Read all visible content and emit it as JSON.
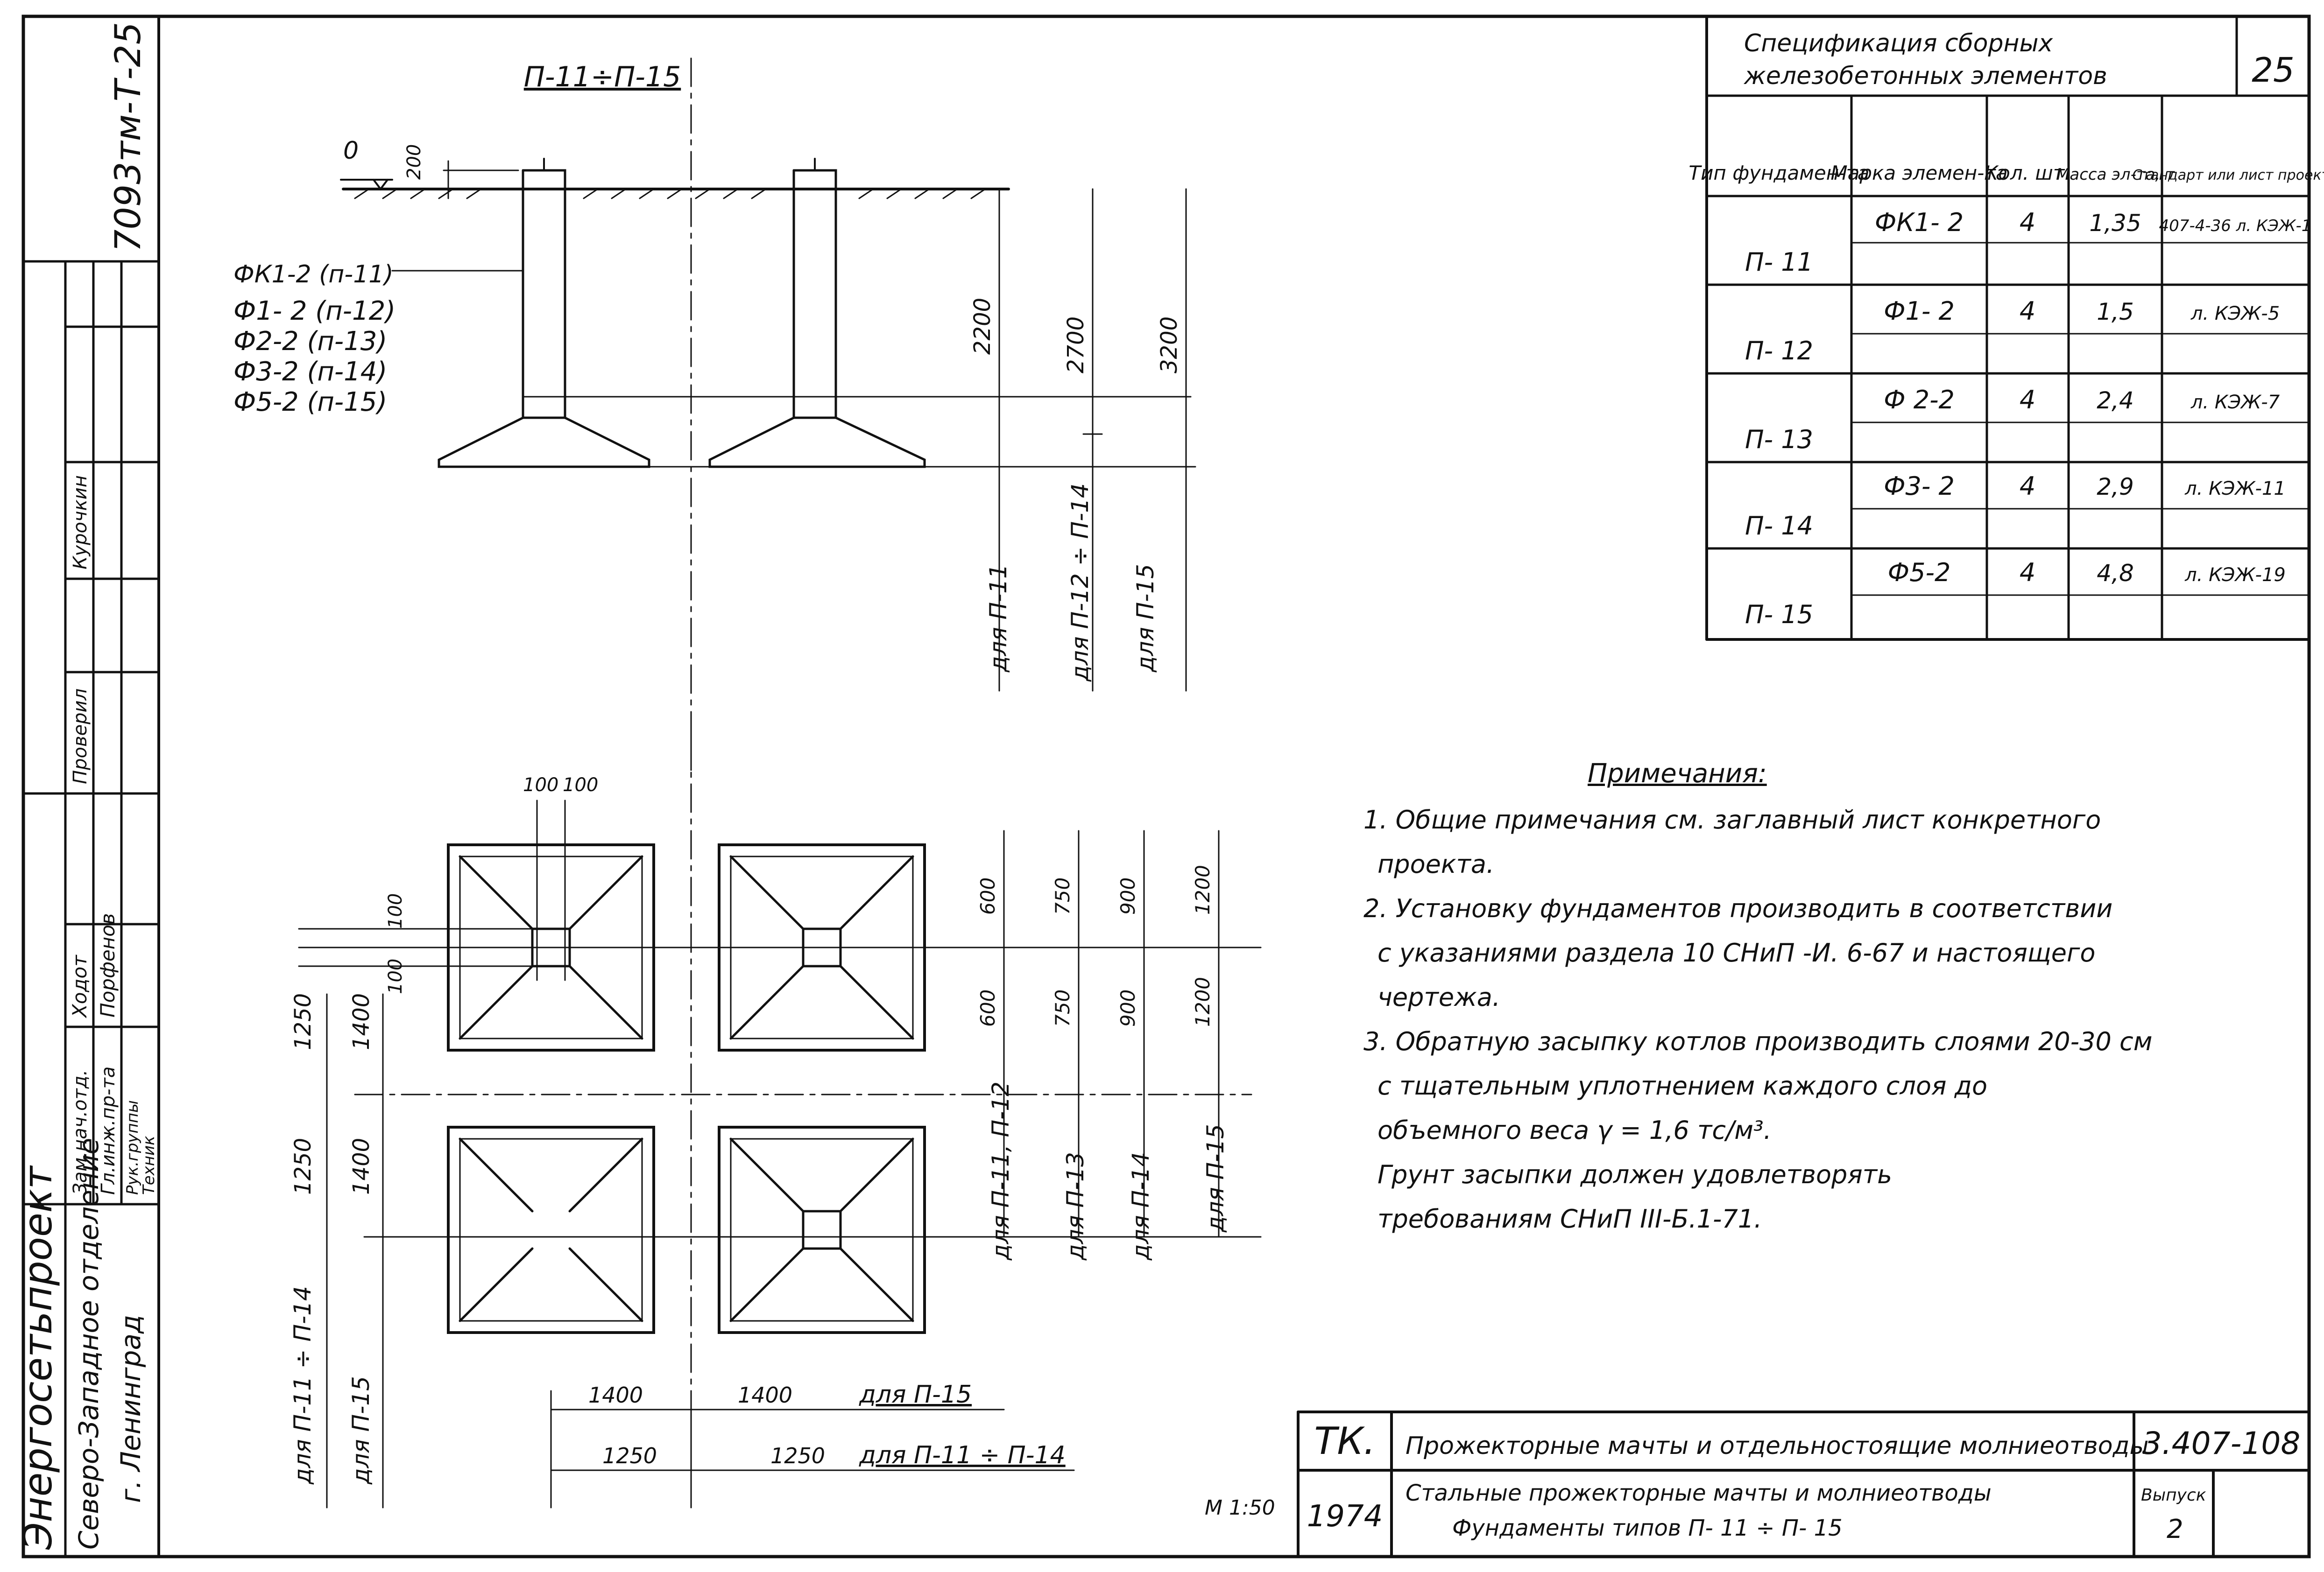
{
  "drawing": {
    "title": "П-11÷П-15",
    "sheet_number": "25",
    "scale": "М 1:50",
    "elevation_zero": "0",
    "depth_200": "200",
    "side_code": "7093тм-Т-25"
  },
  "foundation_marks": [
    "ФК1-2 (п-11)",
    "Ф1- 2  (п-12)",
    "Ф2-2  (п-13)",
    "Ф3-2 (п-14)",
    "Ф5-2 (п-15)"
  ],
  "elevation_dims": {
    "d2200": "2200",
    "d2700": "2700",
    "d3200": "3200",
    "for_p11": "для П-11",
    "for_p12_14": "для П-12 ÷ П-14",
    "for_p15": "для П-15"
  },
  "plan_dims": {
    "top_100a": "100",
    "top_100b": "100",
    "left_100a": "100",
    "left_100b": "100",
    "d1250_top": "1250",
    "d1400_top": "1400",
    "d1250_bottom": "1250",
    "d1400_bottom": "1400",
    "col1_600a": "600",
    "col1_600b": "600",
    "col2_750a": "750",
    "col2_750b": "750",
    "col3_900a": "900",
    "col3_900b": "900",
    "col4_1200a": "1200",
    "col4_1200b": "1200",
    "for_p11_p12": "для П-11, П-12",
    "for_p13": "для П-13",
    "for_p14": "для П-14",
    "for_p15": "для П-15",
    "left_for_p11_14": "для П-11 ÷ П-14",
    "left_for_p15": "для П-15",
    "bottom_1400a": "1400",
    "bottom_1400b": "1400",
    "bottom_1250": "1250",
    "bottom_1250b": "1250",
    "bottom_for_p15": "для П-15",
    "bottom_for_p11_14": "для П-11 ÷ П-14"
  },
  "spec_table": {
    "title_line1": "Спецификация     сборных",
    "title_line2": "железобетонных    элементов",
    "headers": [
      "Тип фундамен-та",
      "Марка элемен-та",
      "Кол. шт.",
      "Масса эл-та, т",
      "Стандарт или лист проекта"
    ],
    "rows": [
      {
        "type": "П- 11",
        "mark": "ФК1- 2",
        "qty": "4",
        "mass": "1,35",
        "std": "407-4-36 л. КЭЖ-1"
      },
      {
        "type": "П- 12",
        "mark": "Ф1- 2",
        "qty": "4",
        "mass": "1,5",
        "std": "л. КЭЖ-5"
      },
      {
        "type": "П- 13",
        "mark": "Ф 2-2",
        "qty": "4",
        "mass": "2,4",
        "std": "л. КЭЖ-7"
      },
      {
        "type": "П- 14",
        "mark": "Ф3- 2",
        "qty": "4",
        "mass": "2,9",
        "std": "л. КЭЖ-11"
      },
      {
        "type": "П- 15",
        "mark": "Ф5-2",
        "qty": "4",
        "mass": "4,8",
        "std": "л. КЭЖ-19"
      }
    ]
  },
  "notes": {
    "title": "Примечания:",
    "lines": [
      "1. Общие примечания см. заглавный лист конкретного",
      "проекта.",
      "2. Установку фундаментов производить в соответствии",
      "с указаниями раздела 10 СНиП  -И. 6-67 и настоящего",
      "чертежа.",
      "3. Обратную засыпку котлов    производить слоями 20-30 см",
      "с тщательным уплотнением каждого слоя до",
      "объемного веса γ = 1,6 тс/м³.",
      "Грунт засыпки должен удовлетворять",
      "требованиям СНиП III-Б.1-71."
    ]
  },
  "title_block": {
    "tk": "ТК.",
    "year": "1974",
    "line1": "Прожекторные мачты и отдельностоящие молниеотводы",
    "line2": "Стальные прожекторные мачты и молниеотводы",
    "line3": "Фундаменты типов   П- 11 ÷ П- 15",
    "code": "3.407-108",
    "issue_label": "Выпуск",
    "issue": "2"
  },
  "left_stamp": {
    "org": "Энергосетьпроект",
    "branch": "Северо-Западное отделение",
    "city": "г. Ленинград",
    "roles": [
      "Зам.нач.отд.",
      "Гл.инж.пр-та",
      "Рук.группы",
      "Техник"
    ],
    "names": [
      "Ходот",
      "Порфенов",
      "",
      ""
    ],
    "col_labels": [
      "Проверил",
      "Курочкин"
    ]
  }
}
